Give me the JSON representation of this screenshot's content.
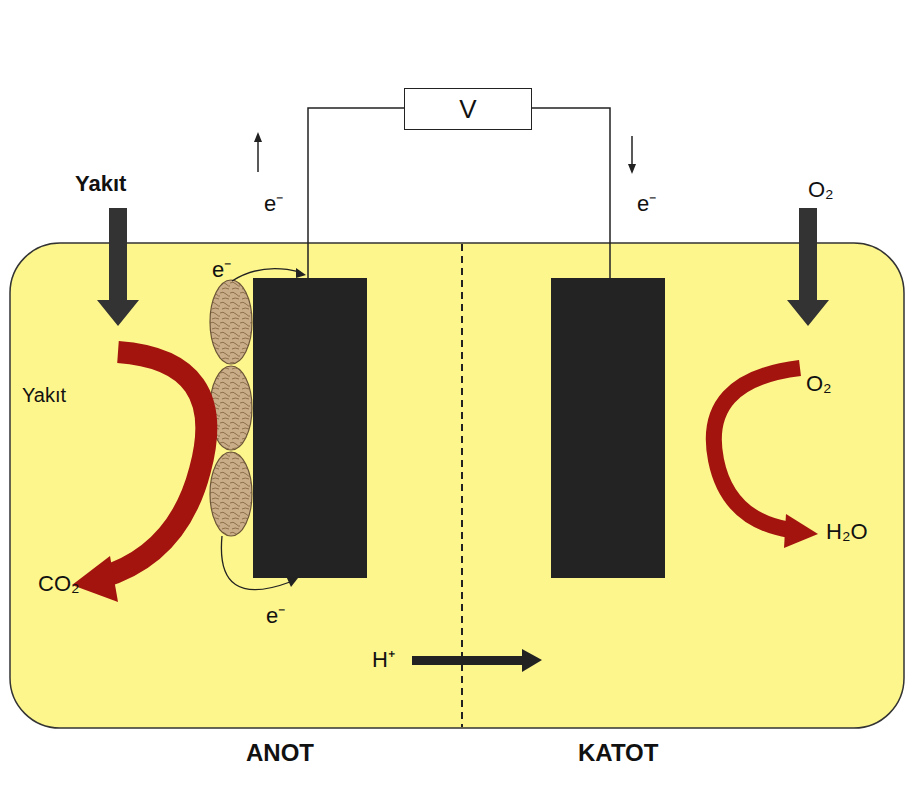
{
  "diagram": {
    "nodes": [
      {
        "text": [
          "V"
        ]
      }
    ],
    "labels": [
      "Yakıt",
      "e⁻",
      "e⁻",
      "O₂",
      "e⁻",
      "Yakıt",
      "O₂",
      "CO₂",
      "H₂O",
      "e⁻",
      "H⁺",
      "ANOT",
      "KATOT"
    ]
  }
}
